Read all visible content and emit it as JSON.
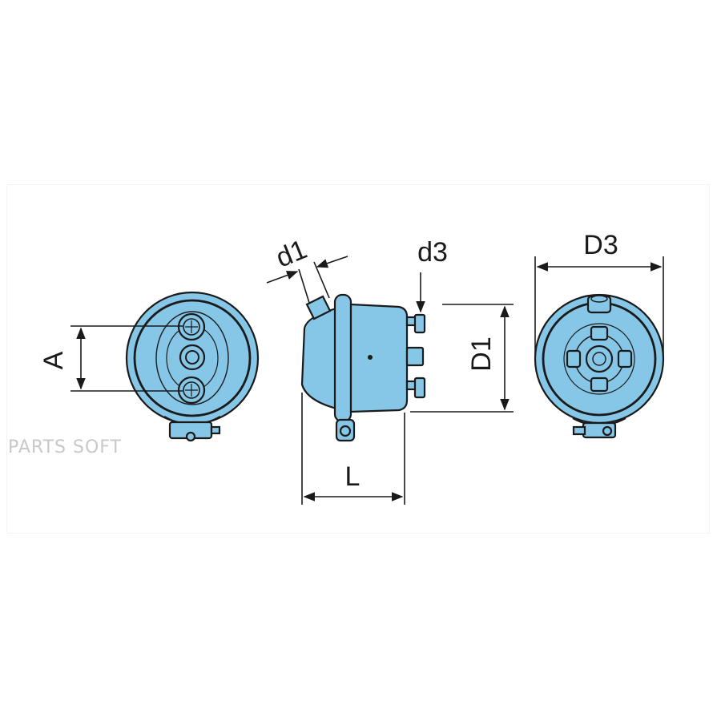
{
  "diagram": {
    "labels": {
      "a": "A",
      "d1_label": "d1",
      "d3_label": "d3",
      "big_d1": "D1",
      "big_d3": "D3",
      "l": "L"
    },
    "watermark": "PARTS SOFT",
    "colors": {
      "body_fill": "#86C6E6",
      "outline": "#1a1a1a",
      "dimension": "#1a1a1a"
    }
  }
}
